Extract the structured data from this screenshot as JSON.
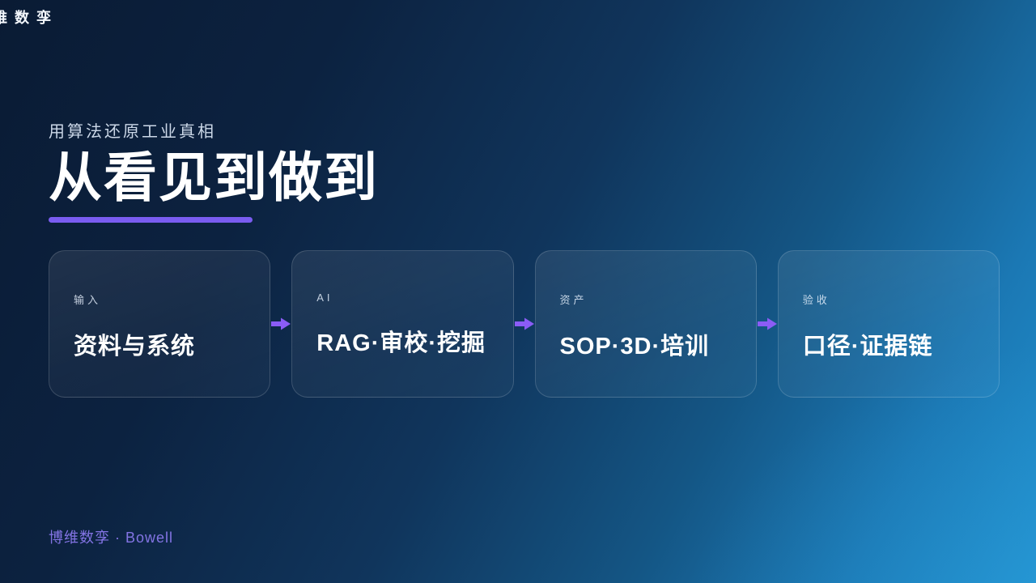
{
  "brand": {
    "logo_text": "博维数孪",
    "footer_text": "博维数孪 · Bowell"
  },
  "headline": {
    "eyebrow": "用算法还原工业真相",
    "title": "从看见到做到"
  },
  "flow": {
    "cards": [
      {
        "label": "输入",
        "title": "资料与系统"
      },
      {
        "label": "AI",
        "title": "RAG·审校·挖掘"
      },
      {
        "label": "资产",
        "title": "SOP·3D·培训"
      },
      {
        "label": "验收",
        "title": "口径·证据链"
      }
    ],
    "arrow_icon": "right-arrow"
  },
  "colors": {
    "accent_underline": "#7a5cf0",
    "arrow_purple": "#8b5cf6",
    "footer_purple": "#8374e4",
    "bg_top_left": "#0a1b34",
    "bg_bottom_right": "#2191cf"
  }
}
